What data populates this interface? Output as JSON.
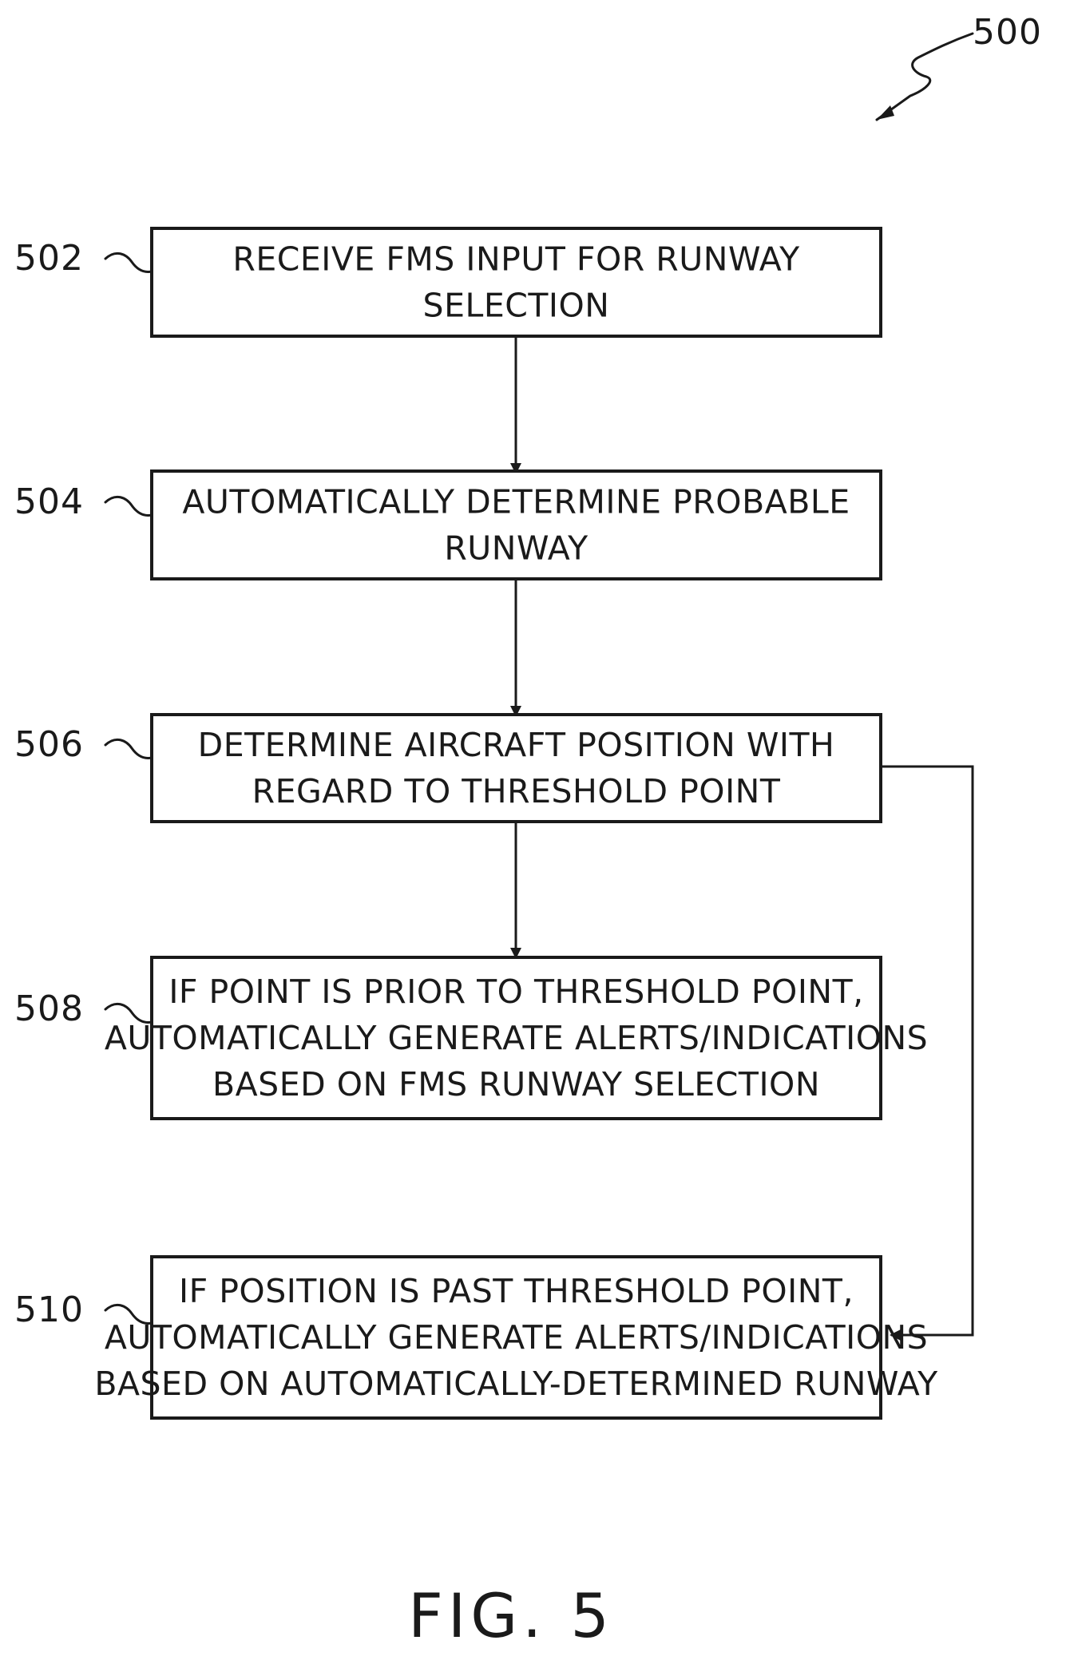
{
  "figure": {
    "ref": "500",
    "caption": "FIG. 5"
  },
  "steps": [
    {
      "ref": "502",
      "lines": [
        "RECEIVE FMS INPUT FOR RUNWAY",
        "SELECTION"
      ]
    },
    {
      "ref": "504",
      "lines": [
        "AUTOMATICALLY DETERMINE PROBABLE",
        "RUNWAY"
      ]
    },
    {
      "ref": "506",
      "lines": [
        "DETERMINE AIRCRAFT POSITION WITH",
        "REGARD TO THRESHOLD POINT"
      ]
    },
    {
      "ref": "508",
      "lines": [
        "IF POINT IS PRIOR TO THRESHOLD POINT,",
        "AUTOMATICALLY GENERATE ALERTS/INDICATIONS",
        "BASED ON FMS RUNWAY SELECTION"
      ]
    },
    {
      "ref": "510",
      "lines": [
        "IF POSITION IS PAST THRESHOLD POINT,",
        "AUTOMATICALLY GENERATE ALERTS/INDICATIONS",
        "BASED ON AUTOMATICALLY-DETERMINED RUNWAY"
      ]
    }
  ]
}
